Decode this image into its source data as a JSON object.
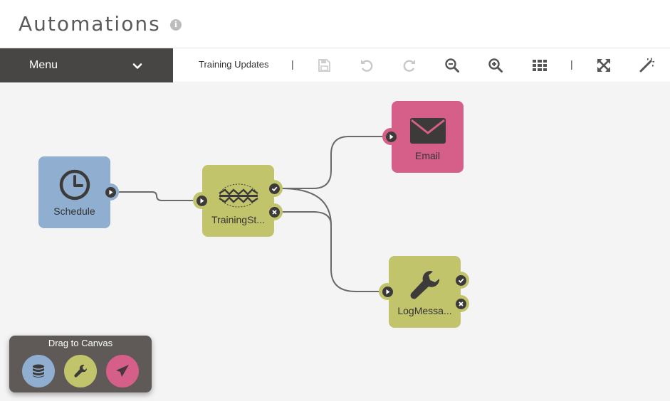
{
  "header": {
    "title": "Automations",
    "info_icon": "info-icon"
  },
  "menu": {
    "label": "Menu",
    "icon": "chevron-down-icon"
  },
  "toolbar": {
    "workflow_name": "Training Updates",
    "separator": "|",
    "buttons": [
      "save-icon",
      "undo-icon",
      "redo-icon",
      "zoom-out-icon",
      "zoom-in-icon",
      "grid-icon",
      "fullscreen-icon",
      "magic-wand-icon"
    ]
  },
  "nodes": {
    "schedule": {
      "label": "Schedule",
      "icon": "clock-icon",
      "color": "#90aecf"
    },
    "training": {
      "label": "TrainingSt...",
      "icon": "fme-logo",
      "color": "#c2c46c"
    },
    "email": {
      "label": "Email",
      "icon": "envelope-icon",
      "color": "#d65f8a"
    },
    "log": {
      "label": "LogMessa...",
      "icon": "wrench-icon",
      "color": "#c2c46c"
    }
  },
  "palette": {
    "title": "Drag to Canvas",
    "items": [
      {
        "icon": "database-icon",
        "color": "#90aecf"
      },
      {
        "icon": "wrench-icon",
        "color": "#c2c46c"
      },
      {
        "icon": "paper-plane-icon",
        "color": "#d65f8a"
      }
    ]
  }
}
